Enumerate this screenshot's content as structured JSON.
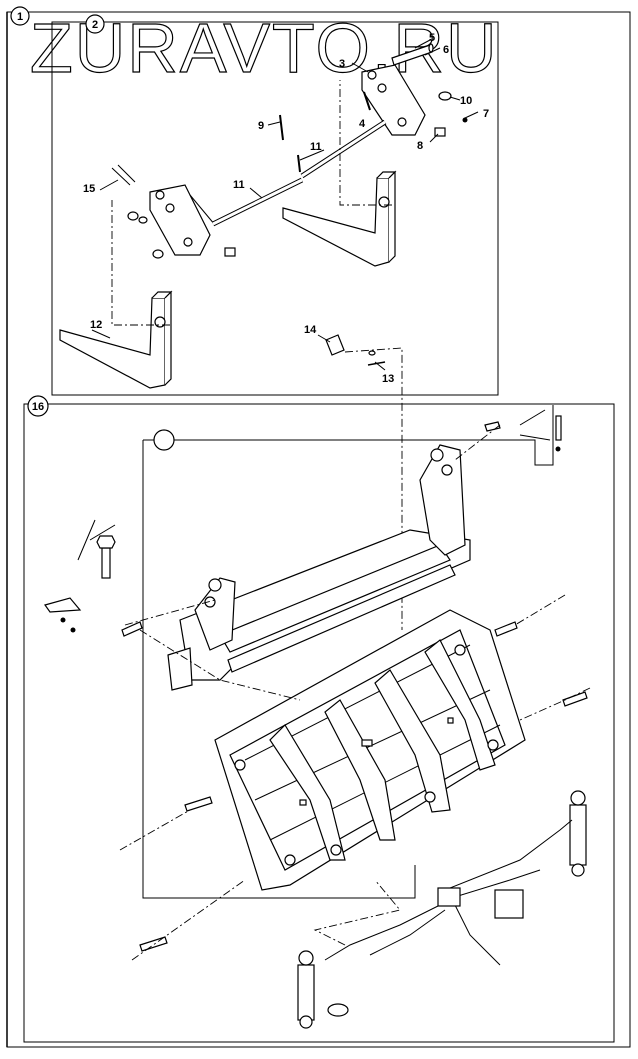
{
  "watermark": "ZURAVTO.RU",
  "group_markers": [
    {
      "id": "1",
      "text": "1"
    },
    {
      "id": "2",
      "text": "2"
    },
    {
      "id": "16",
      "text": "16"
    },
    {
      "id": "blank",
      "text": ""
    }
  ],
  "callouts": [
    {
      "id": "c3",
      "text": "3"
    },
    {
      "id": "c4",
      "text": "4"
    },
    {
      "id": "c5",
      "text": "5"
    },
    {
      "id": "c6",
      "text": "6"
    },
    {
      "id": "c7",
      "text": "7"
    },
    {
      "id": "c8",
      "text": "8"
    },
    {
      "id": "c9",
      "text": "9"
    },
    {
      "id": "c10",
      "text": "10"
    },
    {
      "id": "c11a",
      "text": "11"
    },
    {
      "id": "c11b",
      "text": "11"
    },
    {
      "id": "c12",
      "text": "12"
    },
    {
      "id": "c13",
      "text": "13"
    },
    {
      "id": "c14",
      "text": "14"
    },
    {
      "id": "c15",
      "text": "15"
    }
  ]
}
